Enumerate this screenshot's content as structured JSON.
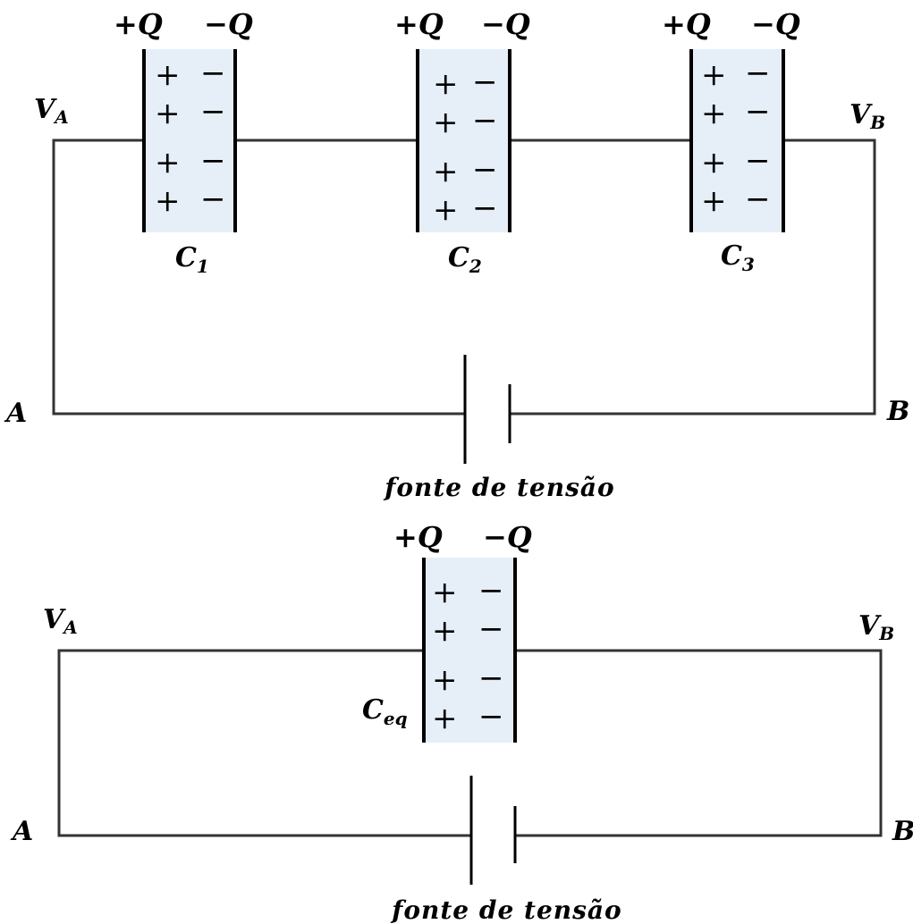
{
  "top_circuit": {
    "capacitors": [
      {
        "plus_q": "+Q",
        "minus_q": "−Q",
        "name": "C",
        "sub": "1"
      },
      {
        "plus_q": "+Q",
        "minus_q": "−Q",
        "name": "C",
        "sub": "2"
      },
      {
        "plus_q": "+Q",
        "minus_q": "−Q",
        "name": "C",
        "sub": "3"
      }
    ],
    "va": {
      "name": "V",
      "sub": "A"
    },
    "vb": {
      "name": "V",
      "sub": "B"
    },
    "node_a": "A",
    "node_b": "B",
    "source_label": "fonte de tensão"
  },
  "bottom_circuit": {
    "capacitor": {
      "plus_q": "+Q",
      "minus_q": "−Q",
      "name": "C",
      "sub": "eq"
    },
    "va": {
      "name": "V",
      "sub": "A"
    },
    "vb": {
      "name": "V",
      "sub": "B"
    },
    "node_a": "A",
    "node_b": "B",
    "source_label": "fonte de tensão"
  },
  "charge_symbols": {
    "plus": "+",
    "minus": "−"
  },
  "colors": {
    "dielectric": "#e6eef8",
    "wire": "#333333",
    "plate": "#000000"
  }
}
